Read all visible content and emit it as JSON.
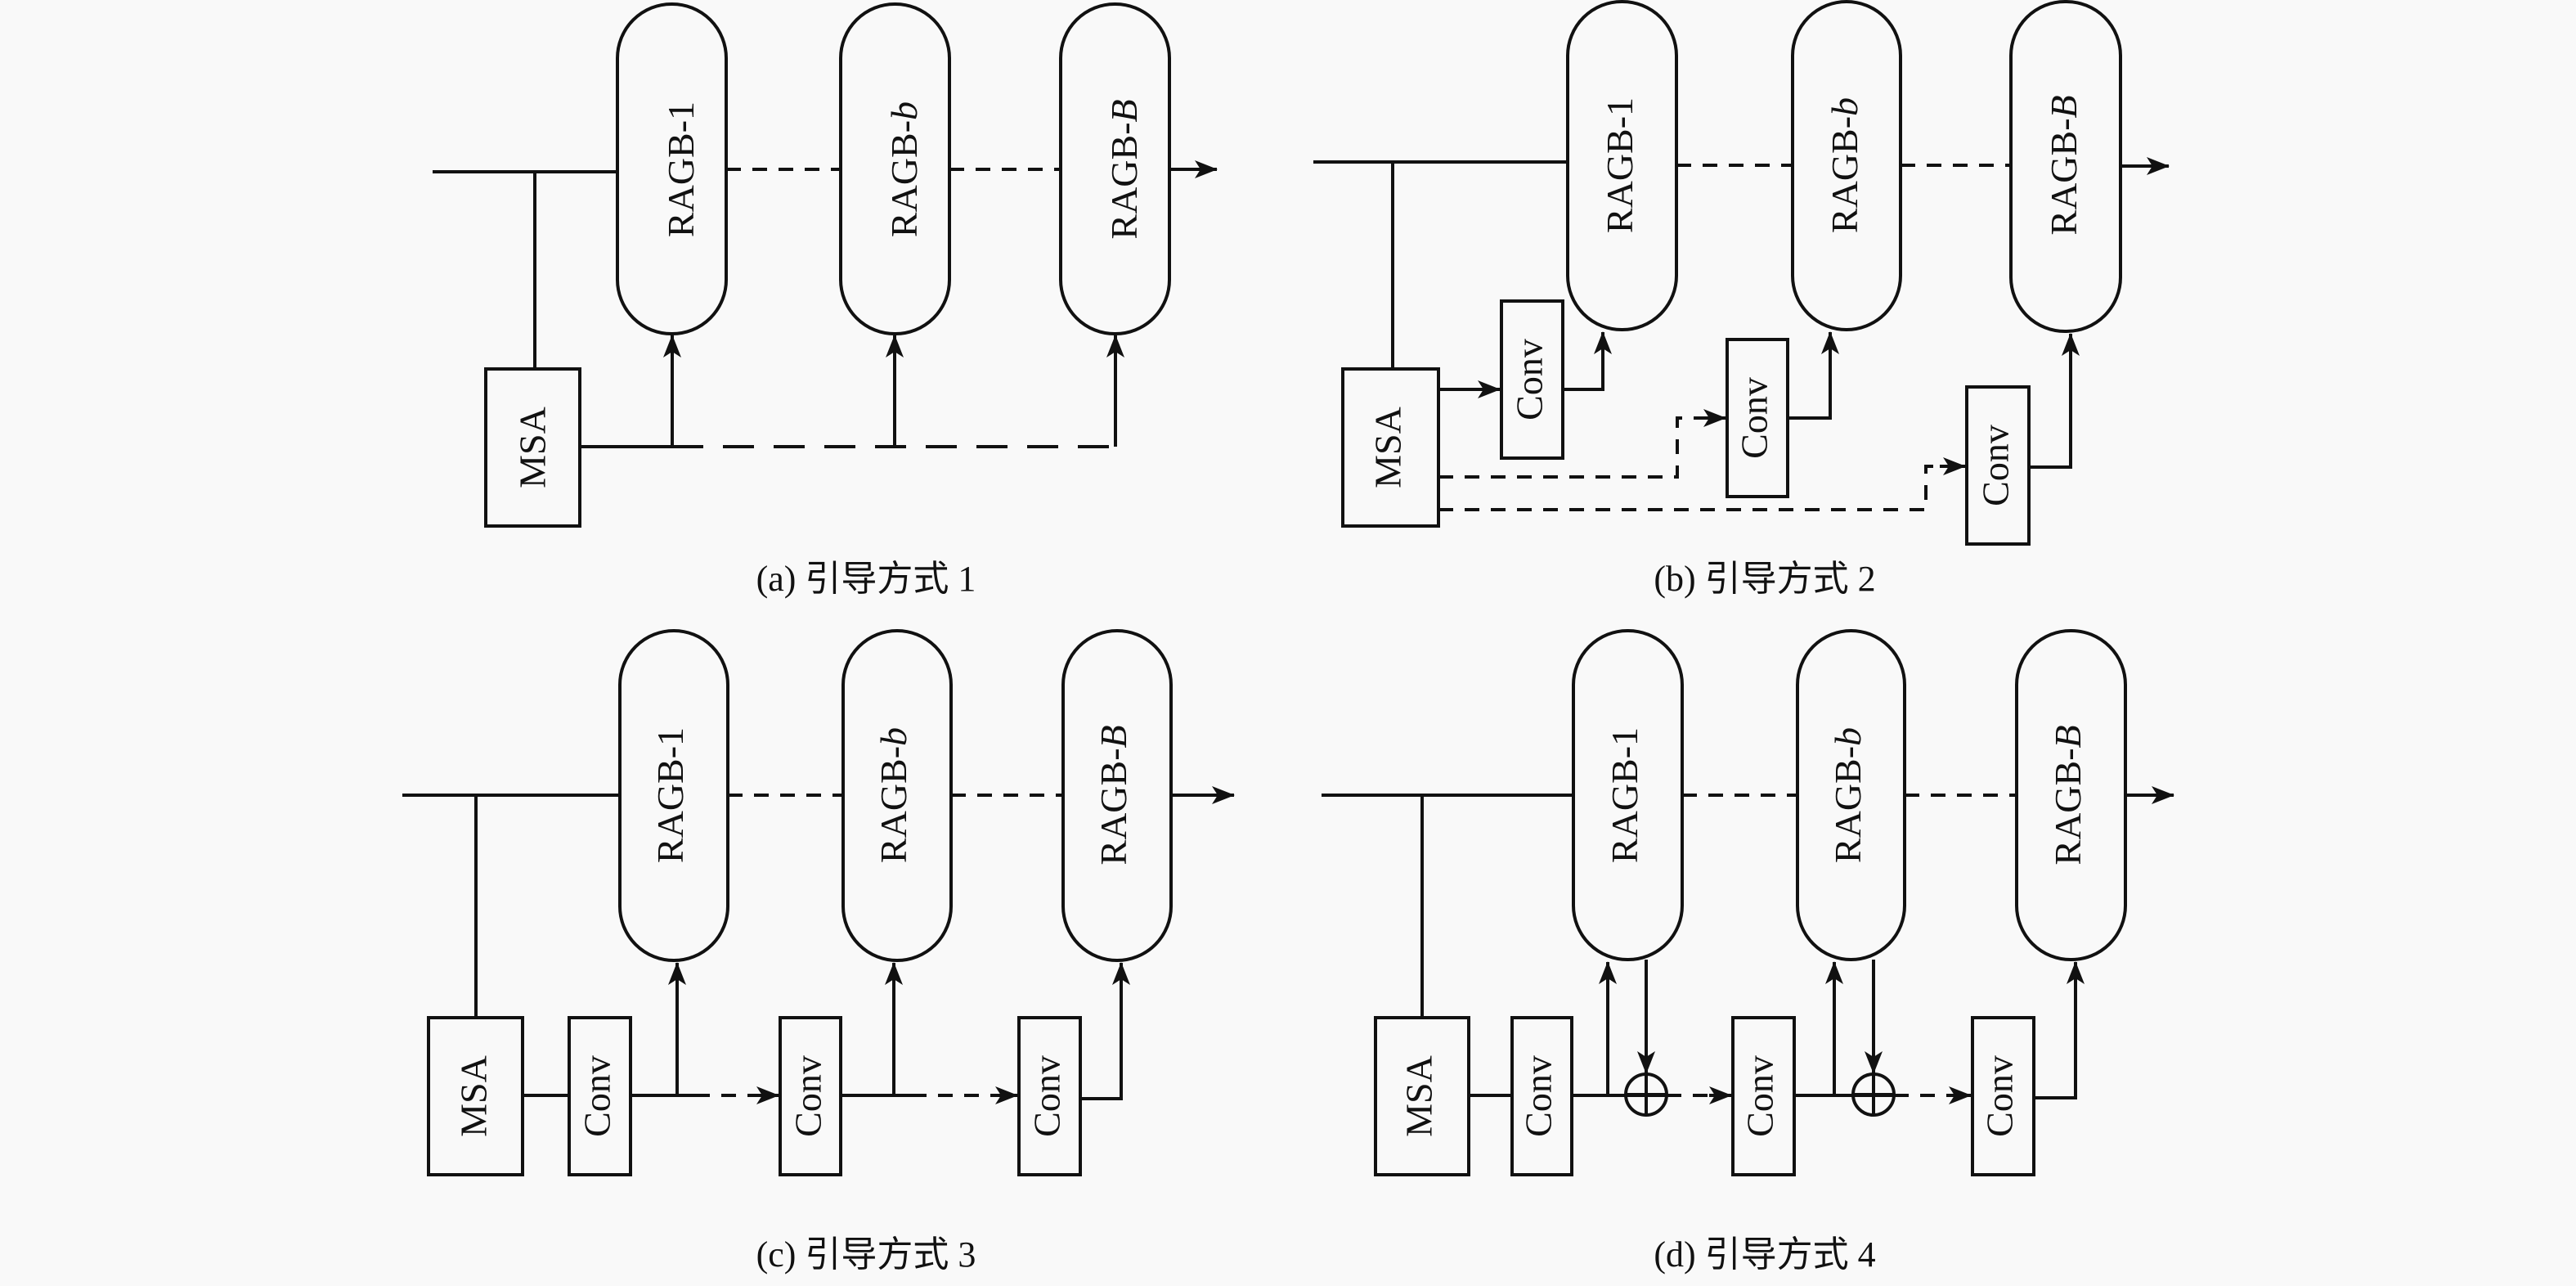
{
  "figure": {
    "panels": [
      {
        "id": "a",
        "caption": "(a) 引导方式 1",
        "msa_label": "MSA",
        "blocks": [
          {
            "prefix": "RAGB-",
            "suffix": "1",
            "suffix_italic": false
          },
          {
            "prefix": "RAGB-",
            "suffix": "b",
            "suffix_italic": true
          },
          {
            "prefix": "RAGB-",
            "suffix": "B",
            "suffix_italic": true
          }
        ],
        "conv_labels": []
      },
      {
        "id": "b",
        "caption": "(b) 引导方式 2",
        "msa_label": "MSA",
        "blocks": [
          {
            "prefix": "RAGB-",
            "suffix": "1",
            "suffix_italic": false
          },
          {
            "prefix": "RAGB-",
            "suffix": "b",
            "suffix_italic": true
          },
          {
            "prefix": "RAGB-",
            "suffix": "B",
            "suffix_italic": true
          }
        ],
        "conv_labels": [
          "Conv",
          "Conv",
          "Conv"
        ]
      },
      {
        "id": "c",
        "caption": "(c) 引导方式 3",
        "msa_label": "MSA",
        "blocks": [
          {
            "prefix": "RAGB-",
            "suffix": "1",
            "suffix_italic": false
          },
          {
            "prefix": "RAGB-",
            "suffix": "b",
            "suffix_italic": true
          },
          {
            "prefix": "RAGB-",
            "suffix": "B",
            "suffix_italic": true
          }
        ],
        "conv_labels": [
          "Conv",
          "Conv",
          "Conv"
        ]
      },
      {
        "id": "d",
        "caption": "(d) 引导方式 4",
        "msa_label": "MSA",
        "blocks": [
          {
            "prefix": "RAGB-",
            "suffix": "1",
            "suffix_italic": false
          },
          {
            "prefix": "RAGB-",
            "suffix": "b",
            "suffix_italic": true
          },
          {
            "prefix": "RAGB-",
            "suffix": "B",
            "suffix_italic": true
          }
        ],
        "conv_labels": [
          "Conv",
          "Conv",
          "Conv"
        ]
      }
    ]
  }
}
